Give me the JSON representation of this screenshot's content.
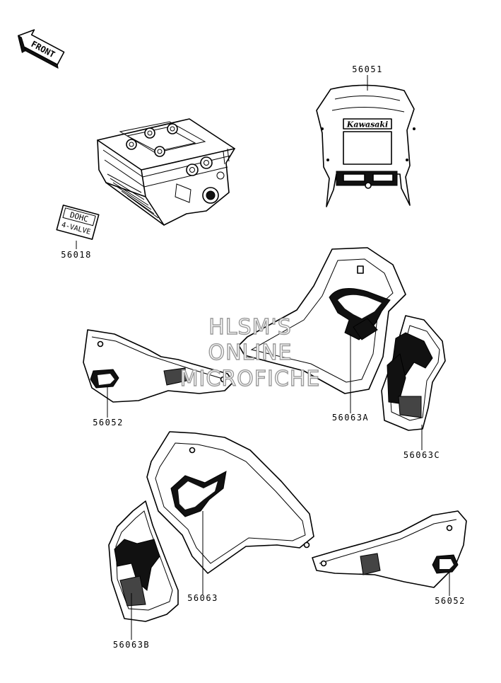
{
  "front_arrow": {
    "label": "FRONT"
  },
  "watermark": {
    "lines": [
      "HLSM'S",
      "ONLINE",
      "MICROFICHE"
    ]
  },
  "parts": [
    {
      "number": "56051",
      "decal_text": "Kawasaki"
    },
    {
      "number": "56018",
      "decal_lines": [
        "DOHC",
        "4-VALVE"
      ]
    },
    {
      "number": "56052"
    },
    {
      "number": "56063A"
    },
    {
      "number": "56063C"
    },
    {
      "number": "56063"
    },
    {
      "number": "56063B"
    },
    {
      "number": "56052"
    }
  ]
}
